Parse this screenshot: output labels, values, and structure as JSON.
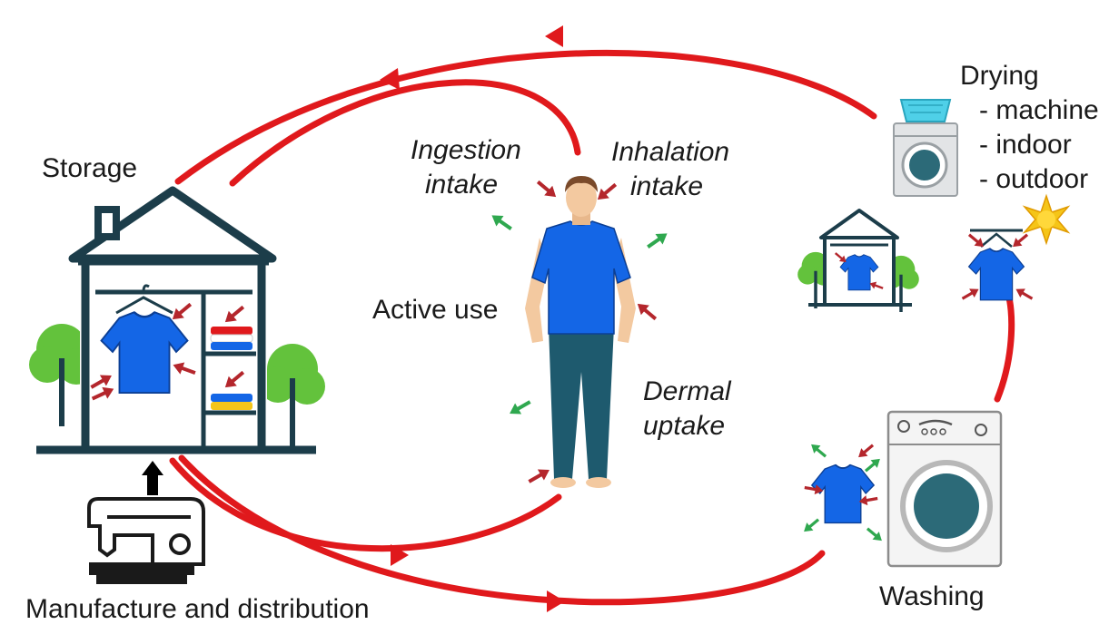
{
  "labels": {
    "storage": "Storage",
    "manufacture": "Manufacture and distribution",
    "active_use": "Active use",
    "ingestion_line1": "Ingestion",
    "ingestion_line2": "intake",
    "inhalation_line1": "Inhalation",
    "inhalation_line2": "intake",
    "dermal_line1": "Dermal",
    "dermal_line2": "uptake",
    "drying": "Drying",
    "drying_options": [
      "- machine",
      "- indoor",
      "- outdoor"
    ],
    "washing": "Washing"
  },
  "colors": {
    "cycle_arrow": "#e0191c",
    "shirt": "#1466e6",
    "house_outline": "#1c3d4a",
    "tree": "#63c23c",
    "intake_arrow": "#b4262c",
    "release_arrow": "#2fa84f",
    "jeans": "#1e5a6e",
    "skin": "#f3c9a0"
  },
  "icons": [
    "house-icon",
    "tshirt-icon",
    "sewing-machine-icon",
    "person-icon",
    "tumble-dryer-icon",
    "sun-icon",
    "washing-machine-icon",
    "tree-icon",
    "up-arrow-icon"
  ]
}
